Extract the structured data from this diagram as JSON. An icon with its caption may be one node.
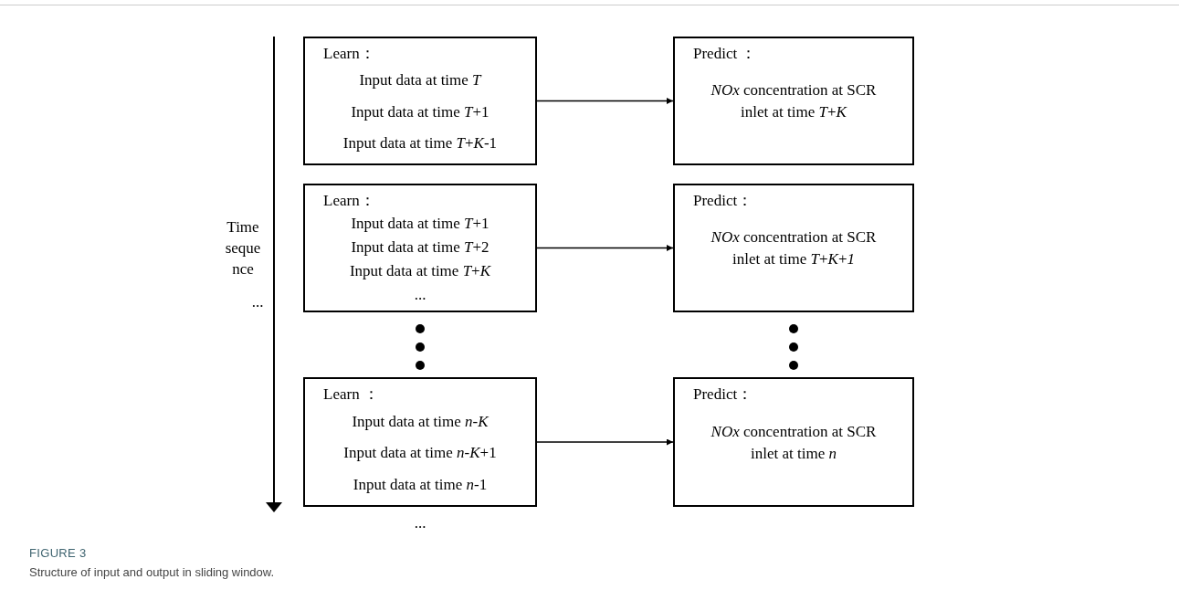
{
  "diagram": {
    "title": "FIGURE 3",
    "caption": "Structure of input and output in sliding window.",
    "nodes": [
      {
        "text": [
          "Learn：",
          "Input data at time *T*",
          "Input data at time *T*+1",
          "Input data at time *T*+*K*-1"
        ]
      },
      {
        "text": [
          "Predict ：",
          "*NOx* concentration at SCR inlet at time *T*+*K*"
        ]
      },
      {
        "text": [
          "Learn：",
          "Input data at time *T*+1",
          "Input data at time *T*+2",
          "Input data at time *T*+*K*",
          "..."
        ]
      },
      {
        "text": [
          "Predict：",
          "*NOx* concentration at SCR inlet at time *T*+*K*+*1*"
        ]
      },
      {
        "text": [
          "Learn ：",
          "Input data at time *n*-*K*",
          "Input data at time *n*-*K*+1",
          "Input data at time *n*-1"
        ]
      },
      {
        "text": [
          "Predict：",
          "*NOx* concentration at SCR inlet at time *n*"
        ]
      }
    ],
    "edges": [
      {
        "from": 0,
        "to": 1,
        "arrow": "to"
      },
      {
        "from": 2,
        "to": 3,
        "arrow": "to"
      },
      {
        "from": 4,
        "to": 5,
        "arrow": "to"
      }
    ],
    "labels": [
      "Time seque nce",
      "...",
      "..."
    ]
  }
}
